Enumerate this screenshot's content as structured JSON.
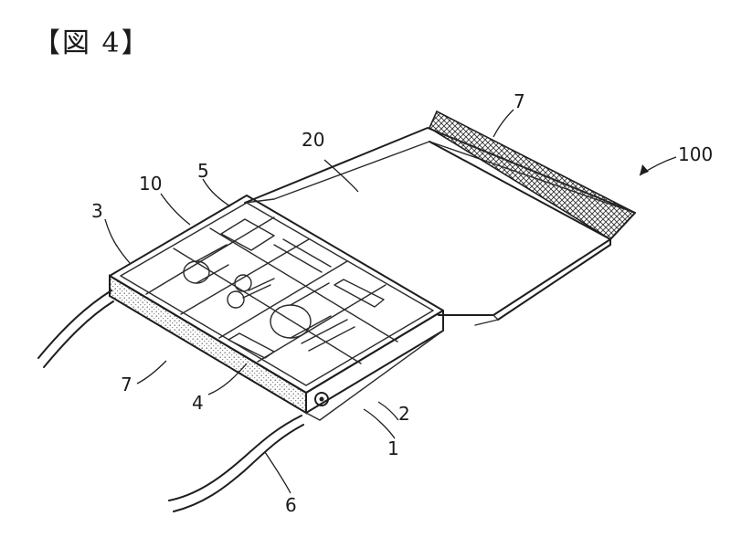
{
  "figure": {
    "title": "【図 4】",
    "reference_numerals": {
      "n1": "1",
      "n2": "2",
      "n3": "3",
      "n4": "4",
      "n5": "5",
      "n6": "6",
      "n7_top": "7",
      "n7_bottom": "7",
      "n10": "10",
      "n20": "20",
      "n100": "100"
    }
  }
}
